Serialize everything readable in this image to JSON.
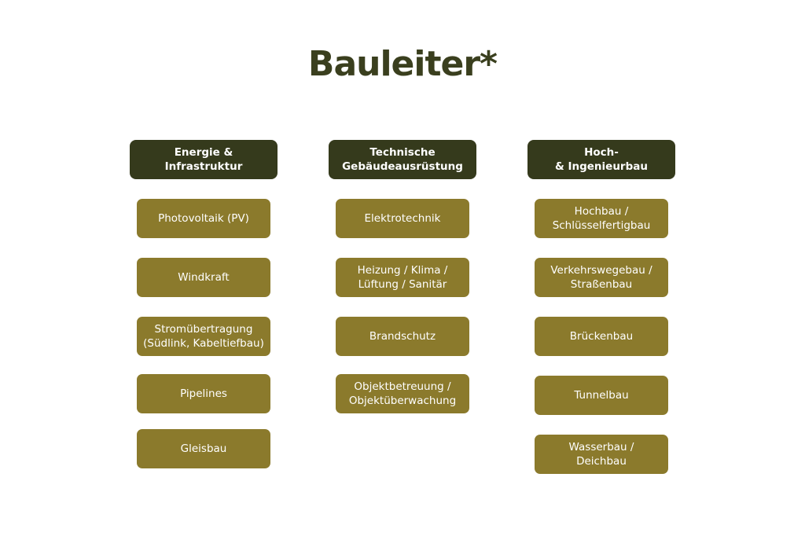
{
  "title": "Bauleiter*",
  "columns": [
    {
      "header": "Energie &\nInfrastruktur",
      "items": [
        "Photovoltaik (PV)",
        "Windkraft",
        "Stromübertragung\n(Südlink, Kabeltiefbau)",
        "Pipelines",
        "Gleisbau"
      ]
    },
    {
      "header": "Technische\nGebäudeausrüstung",
      "items": [
        "Elektrotechnik",
        "Heizung / Klima /\nLüftung / Sanitär",
        "Brandschutz",
        "Objektbetreuung /\nObjektüberwachung"
      ]
    },
    {
      "header": "Hoch-\n& Ingenieurbau",
      "items": [
        "Hochbau /\nSchlüsselfertigbau",
        "Verkehrswegebau /\nStraßenbau",
        "Brückenbau",
        "Tunnelbau",
        "Wasserbau /\nDeichbau"
      ]
    }
  ],
  "colors": {
    "header": "#353a1c",
    "item": "#8b7a2c",
    "title": "#3a3f1e"
  }
}
